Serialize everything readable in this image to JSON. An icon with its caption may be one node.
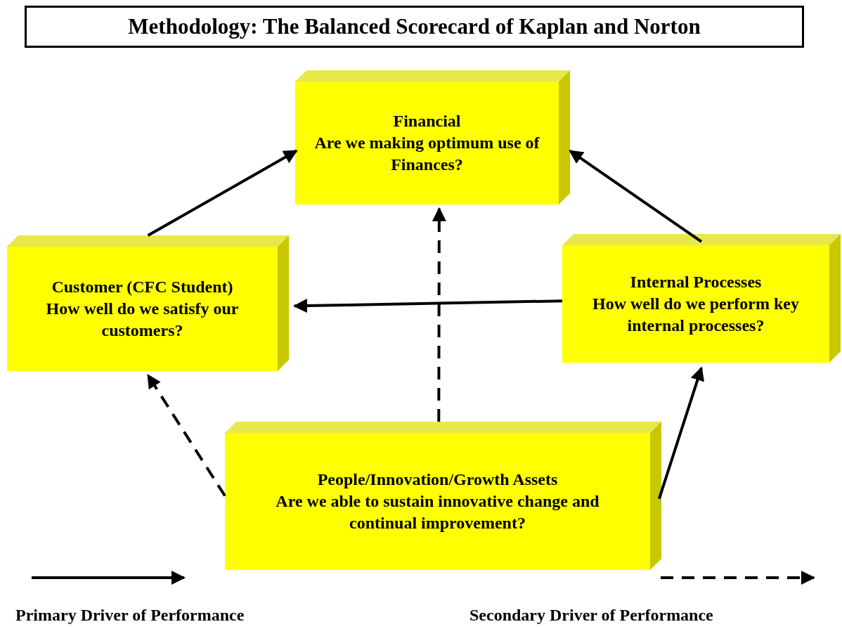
{
  "diagram": {
    "title": "Methodology: The Balanced Scorecard of Kaplan and Norton",
    "nodes": [
      {
        "text": [
          "Financial",
          "Are we making optimum use of Finances?"
        ]
      },
      {
        "text": [
          "Customer (CFC Student)",
          "How well do we satisfy our customers?"
        ]
      },
      {
        "text": [
          "Internal Processes",
          "How well do we perform key internal processes?"
        ]
      },
      {
        "text": [
          "People/Innovation/Growth Assets",
          "Are we able to sustain innovative change and continual improvement?"
        ]
      }
    ],
    "edges": [
      {
        "from": 1,
        "to": 0,
        "arrow": "to"
      },
      {
        "from": 2,
        "to": 0,
        "arrow": "to"
      },
      {
        "from": 2,
        "to": 1,
        "arrow": "to"
      },
      {
        "from": 3,
        "to": 0,
        "arrow": "to",
        "style": "dashed"
      },
      {
        "from": 3,
        "to": 1,
        "arrow": "to",
        "style": "dashed"
      },
      {
        "from": 3,
        "to": 2,
        "arrow": "to"
      }
    ],
    "legend": [
      {
        "text": "Primary Driver of Performance"
      },
      {
        "text": "Secondary Driver of Performance"
      }
    ]
  }
}
